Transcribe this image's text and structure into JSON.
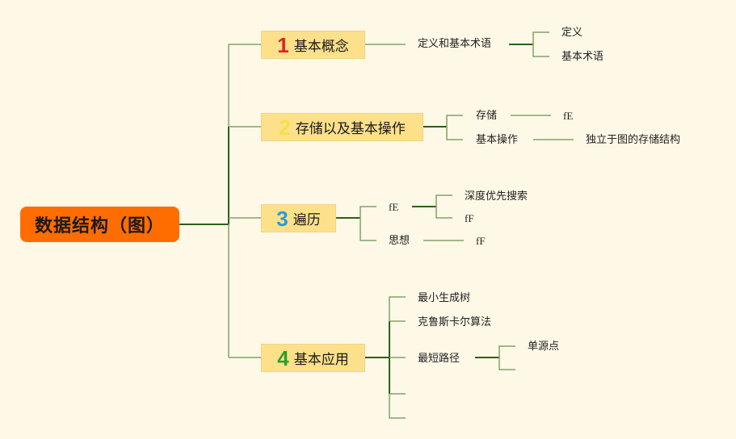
{
  "colors": {
    "background": "#fef8e6",
    "root_fill": "#ff6d00",
    "branch_fill": "#fde08a",
    "line_dark": "#2e5e1a",
    "line_light": "#82a36a",
    "num1": "#e0202a",
    "num2": "#f5e04a",
    "num3": "#2a9ad8",
    "num4": "#2aa02a"
  },
  "root": {
    "label": "数据结构（图）"
  },
  "branches": [
    {
      "number": "1",
      "label": "基本概念",
      "children": [
        {
          "label": "定义和基本术语",
          "children": [
            {
              "label": "定义"
            },
            {
              "label": "基本术语"
            }
          ]
        }
      ]
    },
    {
      "number": "2",
      "label": "存储以及基本操作",
      "children": [
        {
          "label": "存储",
          "children": [
            {
              "label": "fE"
            }
          ]
        },
        {
          "label": "基本操作",
          "children": [
            {
              "label": "独立于图的存储结构"
            }
          ]
        }
      ]
    },
    {
      "number": "3",
      "label": "遍历",
      "children": [
        {
          "label": "fE",
          "children": [
            {
              "label": "深度优先搜索"
            },
            {
              "label": "fF"
            }
          ]
        },
        {
          "label": "思想",
          "children": [
            {
              "label": "fF"
            }
          ]
        }
      ]
    },
    {
      "number": "4",
      "label": "基本应用",
      "children": [
        {
          "label": "最小生成树"
        },
        {
          "label": "克鲁斯卡尔算法"
        },
        {
          "label": "最短路径",
          "children": [
            {
              "label": "单源点"
            },
            {
              "label": ""
            }
          ]
        },
        {
          "label": ""
        },
        {
          "label": ""
        }
      ]
    }
  ]
}
